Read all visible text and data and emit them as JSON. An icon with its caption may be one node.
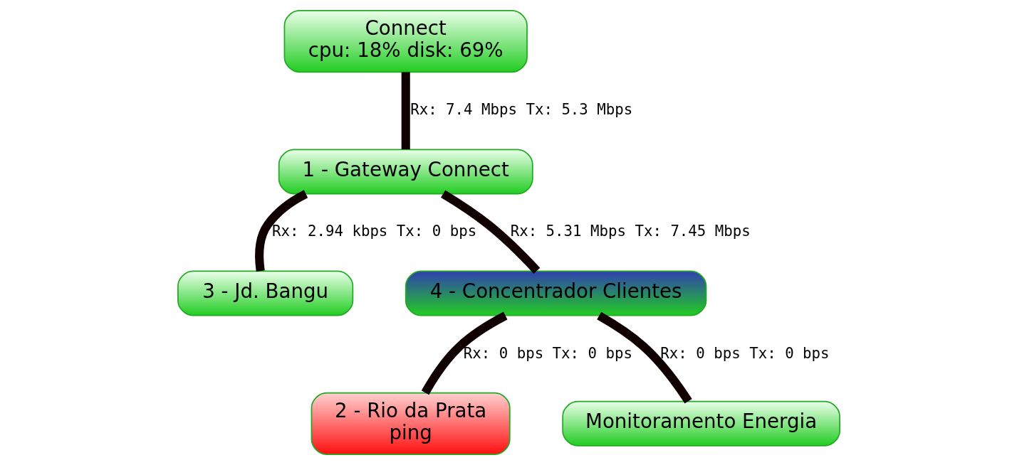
{
  "diagram": {
    "nodes": [
      {
        "text": [
          "Connect",
          "cpu: 18% disk: 69%"
        ]
      },
      {
        "text": [
          "1 - Gateway Connect"
        ]
      },
      {
        "text": [
          "2 - Rio da Prata",
          "ping"
        ]
      },
      {
        "text": [
          "3 - Jd. Bangu"
        ]
      },
      {
        "text": [
          "4 - Concentrador Clientes"
        ]
      },
      {
        "text": [
          "Monitoramento Energia"
        ]
      }
    ],
    "edges": [
      {
        "from": 0,
        "to": 1,
        "arrow": "none",
        "label": "Rx: 7.4 Mbps Tx: 5.3 Mbps"
      },
      {
        "from": 1,
        "to": 3,
        "arrow": "none",
        "label": "Rx: 2.94 kbps Tx: 0 bps"
      },
      {
        "from": 1,
        "to": 4,
        "arrow": "none",
        "label": "Rx: 5.31 Mbps Tx: 7.45 Mbps"
      },
      {
        "from": 4,
        "to": 2,
        "arrow": "none",
        "label": "Rx: 0 bps Tx: 0 bps"
      },
      {
        "from": 4,
        "to": 5,
        "arrow": "none",
        "label": "Rx: 0 bps Tx: 0 bps"
      }
    ]
  }
}
